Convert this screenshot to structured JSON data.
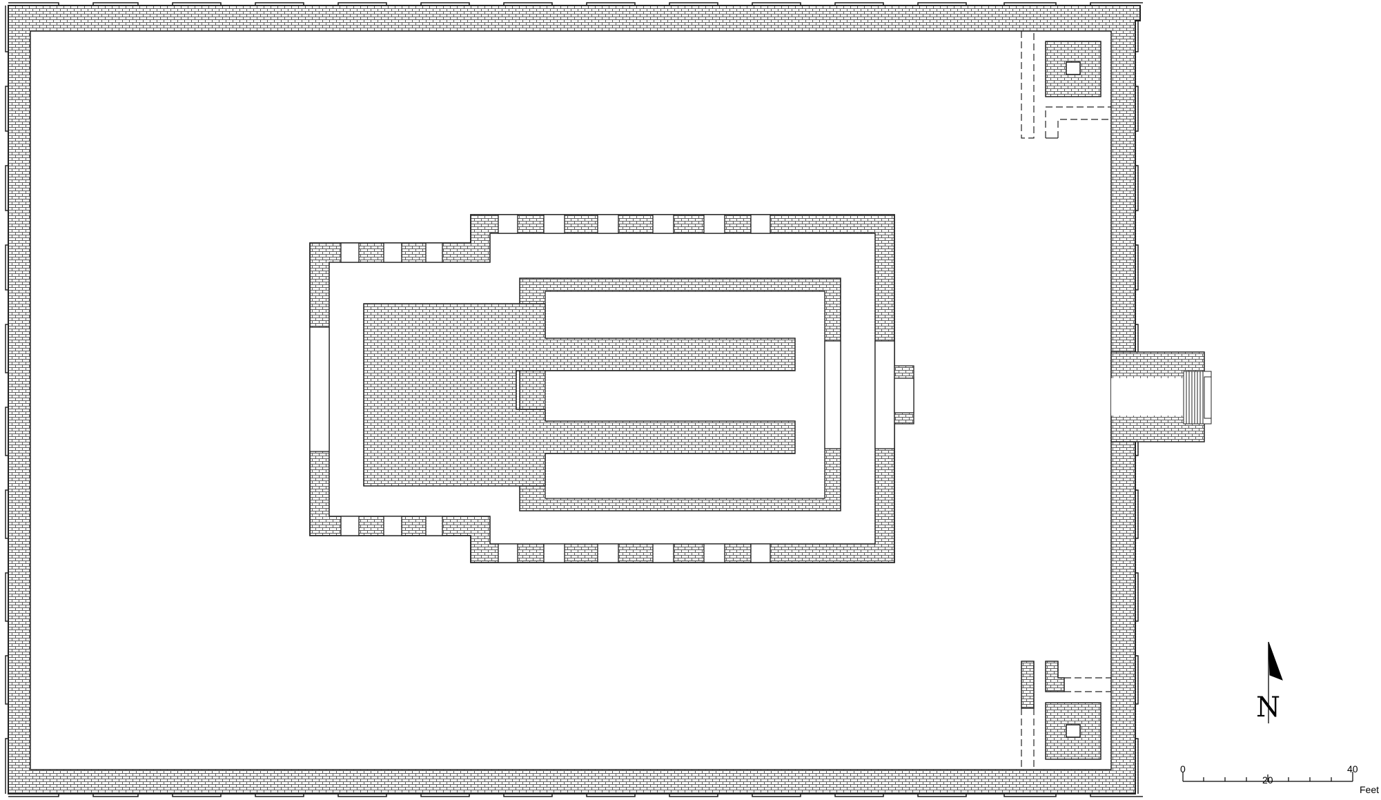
{
  "plan": {
    "wall_color": "#ffffff",
    "brick_line_color": "#555555",
    "outline_color": "#222222"
  },
  "north_arrow": {
    "letter": "N",
    "icon": "north-arrow-icon"
  },
  "scale_bar": {
    "label_0": "0",
    "label_20": "20",
    "label_40": "40",
    "unit": "Feet"
  }
}
